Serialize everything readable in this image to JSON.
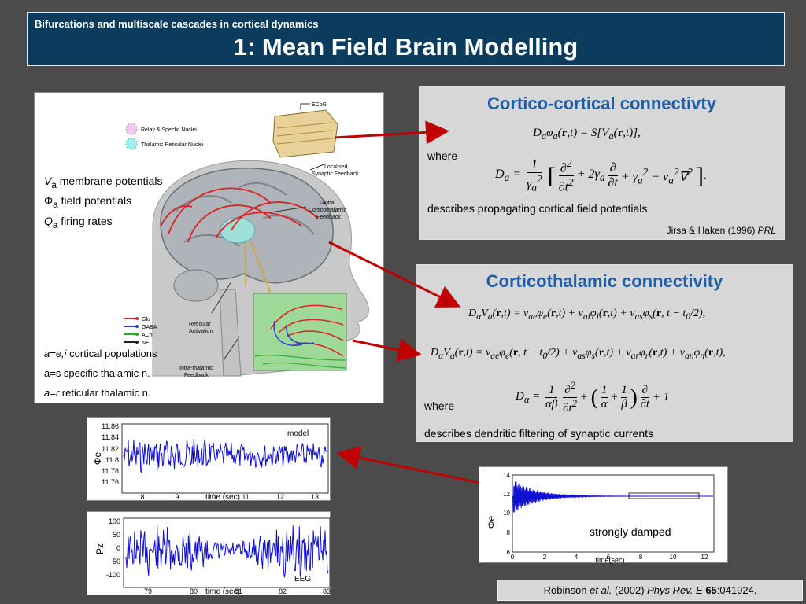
{
  "header": {
    "subtitle": "Bifurcations and multiscale cascades in cortical dynamics",
    "title": "1: Mean Field Brain Modelling"
  },
  "brain_figure": {
    "labels": {
      "ecog": "ECoG",
      "relay": "Relay & Specfic Nuclei",
      "reticular_nuclei": "Thalamic Reticular Nuclei",
      "localised_l1": "Localised",
      "localised_l2": "Synaptic Feedback",
      "global_l1": "Global",
      "global_l2": "Corticothalamic",
      "global_l3": "Feedback",
      "reticular_activation_l1": "Reticular",
      "reticular_activation_l2": "Activation",
      "intra_l1": "Intra-thalamic",
      "intra_l2": "Feedback"
    },
    "legend": [
      {
        "label": "Glu",
        "color": "#e02020"
      },
      {
        "label": "GABA",
        "color": "#2040d0"
      },
      {
        "label": "ACh",
        "color": "#20b020"
      },
      {
        "label": "NE",
        "color": "#202020"
      }
    ],
    "variables": [
      {
        "sym": "V",
        "sub": "a",
        "text": " membrane potentials"
      },
      {
        "sym": "Φ",
        "sub": "a",
        "text": " field potentials"
      },
      {
        "sym": "Q",
        "sub": "a",
        "text": " firing rates"
      }
    ],
    "populations": {
      "p1_sym": "a=e,i",
      "p1_text": " cortical populations",
      "p2_text": "a=s specific thalamic n.",
      "p3_sym": "a=r",
      "p3_text": " reticular thalamic n."
    }
  },
  "cortico": {
    "heading": "Cortico-cortical connectivty",
    "where": "where",
    "description": "describes propagating cortical field potentials",
    "citation_text": "Jirsa & Haken (1996) ",
    "citation_journal": "PRL"
  },
  "thalamic": {
    "heading": "Corticothalamic connectivity",
    "where": "where",
    "description": "describes dendritic filtering of synaptic currents"
  },
  "plots": {
    "model": {
      "label": "model",
      "ylabel": "Φe",
      "xlabel": "time (sec)",
      "yticks": [
        "11.86",
        "11.84",
        "11.82",
        "11.8",
        "11.78",
        "11.76"
      ],
      "xticks": [
        "8",
        "9",
        "10",
        "11",
        "12",
        "13"
      ]
    },
    "eeg": {
      "label": "EEG",
      "ylabel": "Pz",
      "xlabel": "time (sec)",
      "yticks": [
        "100",
        "50",
        "0",
        "-50",
        "-100"
      ],
      "xticks": [
        "79",
        "80",
        "81",
        "82",
        "83"
      ]
    },
    "damped": {
      "label": "strongly damped",
      "ylabel": "Φe",
      "xlabel": "time(sec)",
      "yticks": [
        "14",
        "12",
        "10",
        "8",
        "6"
      ],
      "xticks": [
        "0",
        "2",
        "4",
        "6",
        "8",
        "10",
        "12"
      ]
    }
  },
  "citation": {
    "author": "Robinson ",
    "etal": "et al.",
    "year": " (2002) ",
    "journal": "Phys Rev. E",
    "volume": "65",
    "pages": ":041924."
  },
  "colors": {
    "header_bg": "#0b3c5d",
    "heading": "#1f5ea8",
    "arrow": "#c00000",
    "trace": "#1010d0"
  }
}
